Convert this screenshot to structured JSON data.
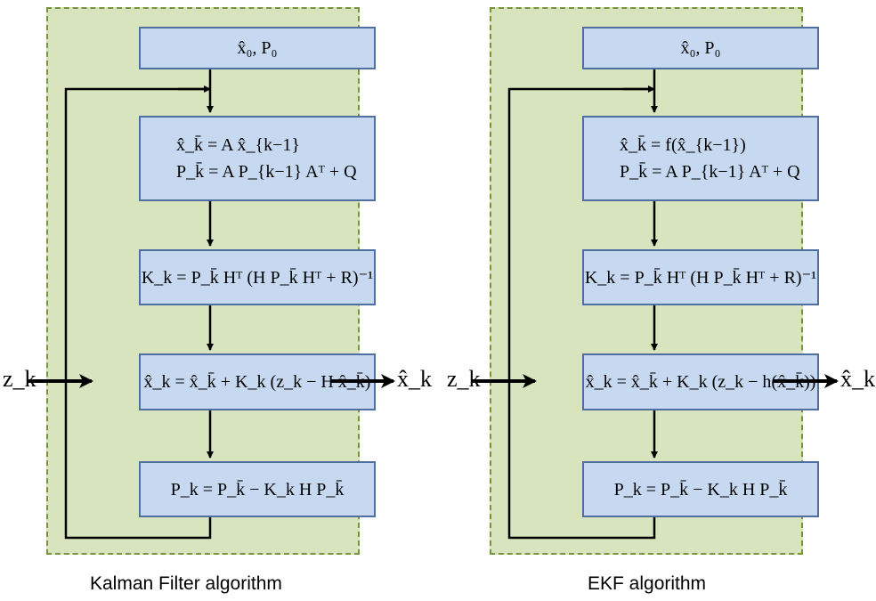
{
  "diagrams": [
    {
      "caption": "Kalman Filter algorithm",
      "input_label": "z_k",
      "output_label": "x̂_k",
      "boxes": [
        {
          "lines": [
            "x̂₀, P₀"
          ]
        },
        {
          "lines": [
            "x̂_k̄ = A x̂_{k−1}",
            "P_k̄ = A P_{k−1} Aᵀ + Q"
          ]
        },
        {
          "lines": [
            "K_k = P_k̄ Hᵀ (H P_k̄ Hᵀ + R)⁻¹"
          ]
        },
        {
          "lines": [
            "x̂_k = x̂_k̄ + K_k (z_k − H x̂_k̄)"
          ]
        },
        {
          "lines": [
            "P_k = P_k̄ − K_k H P_k̄"
          ]
        }
      ]
    },
    {
      "caption": "EKF algorithm",
      "input_label": "z_k",
      "output_label": "x̂_k",
      "boxes": [
        {
          "lines": [
            "x̂₀, P₀"
          ]
        },
        {
          "lines": [
            "x̂_k̄ = f(x̂_{k−1})",
            "P_k̄ = A P_{k−1} Aᵀ + Q"
          ]
        },
        {
          "lines": [
            "K_k = P_k̄ Hᵀ (H P_k̄ Hᵀ + R)⁻¹"
          ]
        },
        {
          "lines": [
            "x̂_k = x̂_k̄ + K_k (z_k − h(x̂_k̄))"
          ]
        },
        {
          "lines": [
            "P_k = P_k̄ − K_k H P_k̄"
          ]
        }
      ]
    }
  ],
  "colors": {
    "panel_fill": "#d7e4bd",
    "panel_border": "#77933c",
    "box_fill": "#c6d9f1",
    "box_border": "#4f6fa0",
    "arrow": "#000000"
  }
}
